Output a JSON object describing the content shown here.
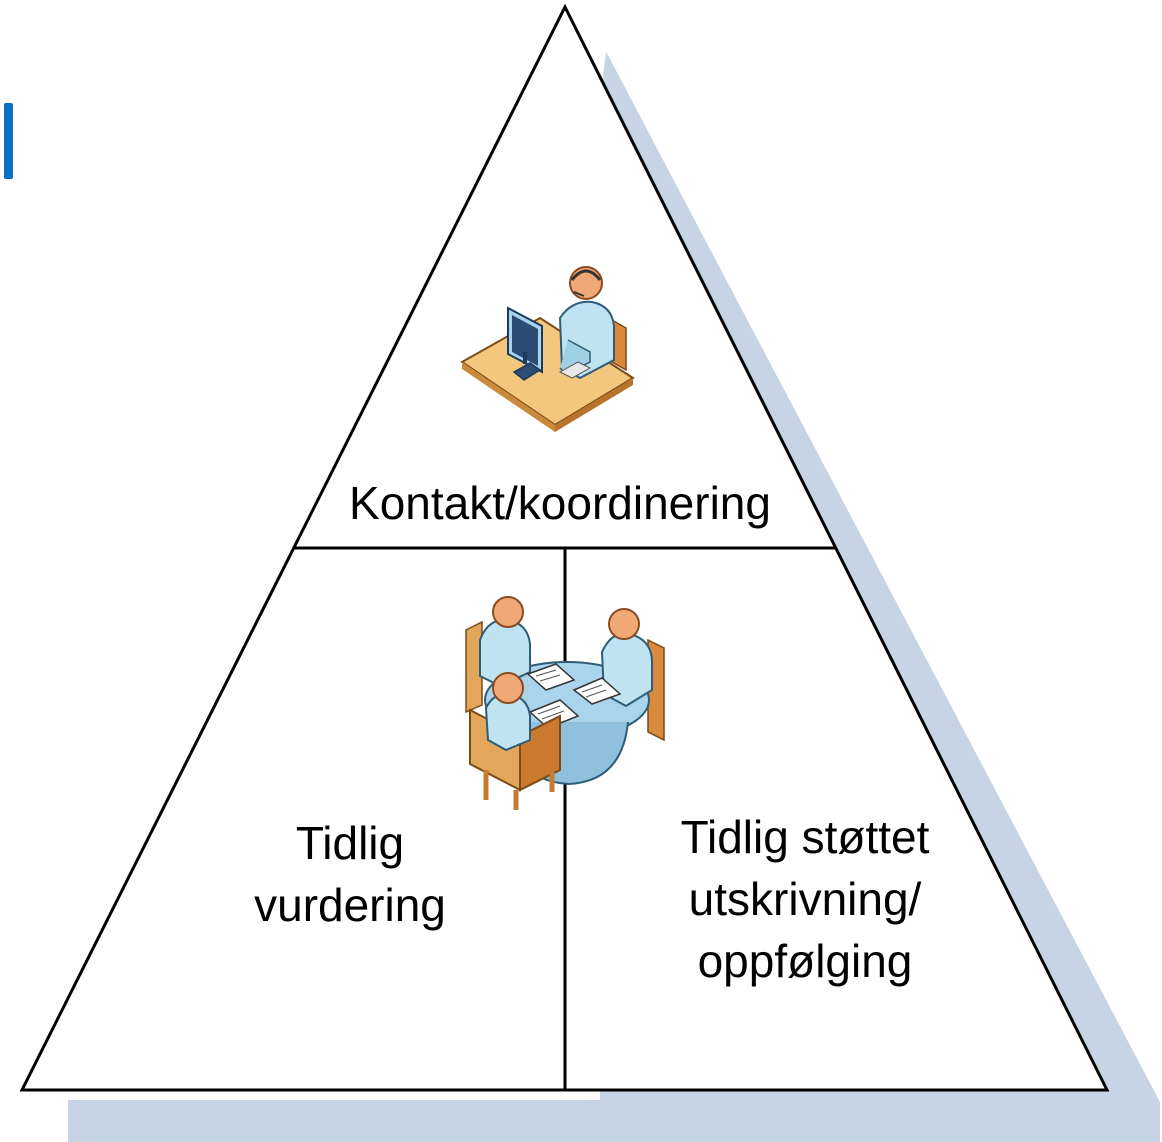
{
  "sections": {
    "top": {
      "label": "Kontakt/koordinering",
      "icon": "call-center-operator-icon"
    },
    "bottom_left": {
      "lines": [
        "Tidlig",
        "vurdering"
      ]
    },
    "bottom_right": {
      "lines": [
        "Tidlig støttet",
        "utskrivning/",
        "oppfølging"
      ]
    },
    "center_icon": "meeting-table-icon"
  },
  "colors": {
    "outline": "#000000",
    "shadow": "#c7d4e6",
    "accent": "#0d6fc1",
    "person_skin": "#f0a877",
    "person_body": "#bfe3f0",
    "desk": "#f3c77e",
    "table": "#a9d4ec"
  }
}
